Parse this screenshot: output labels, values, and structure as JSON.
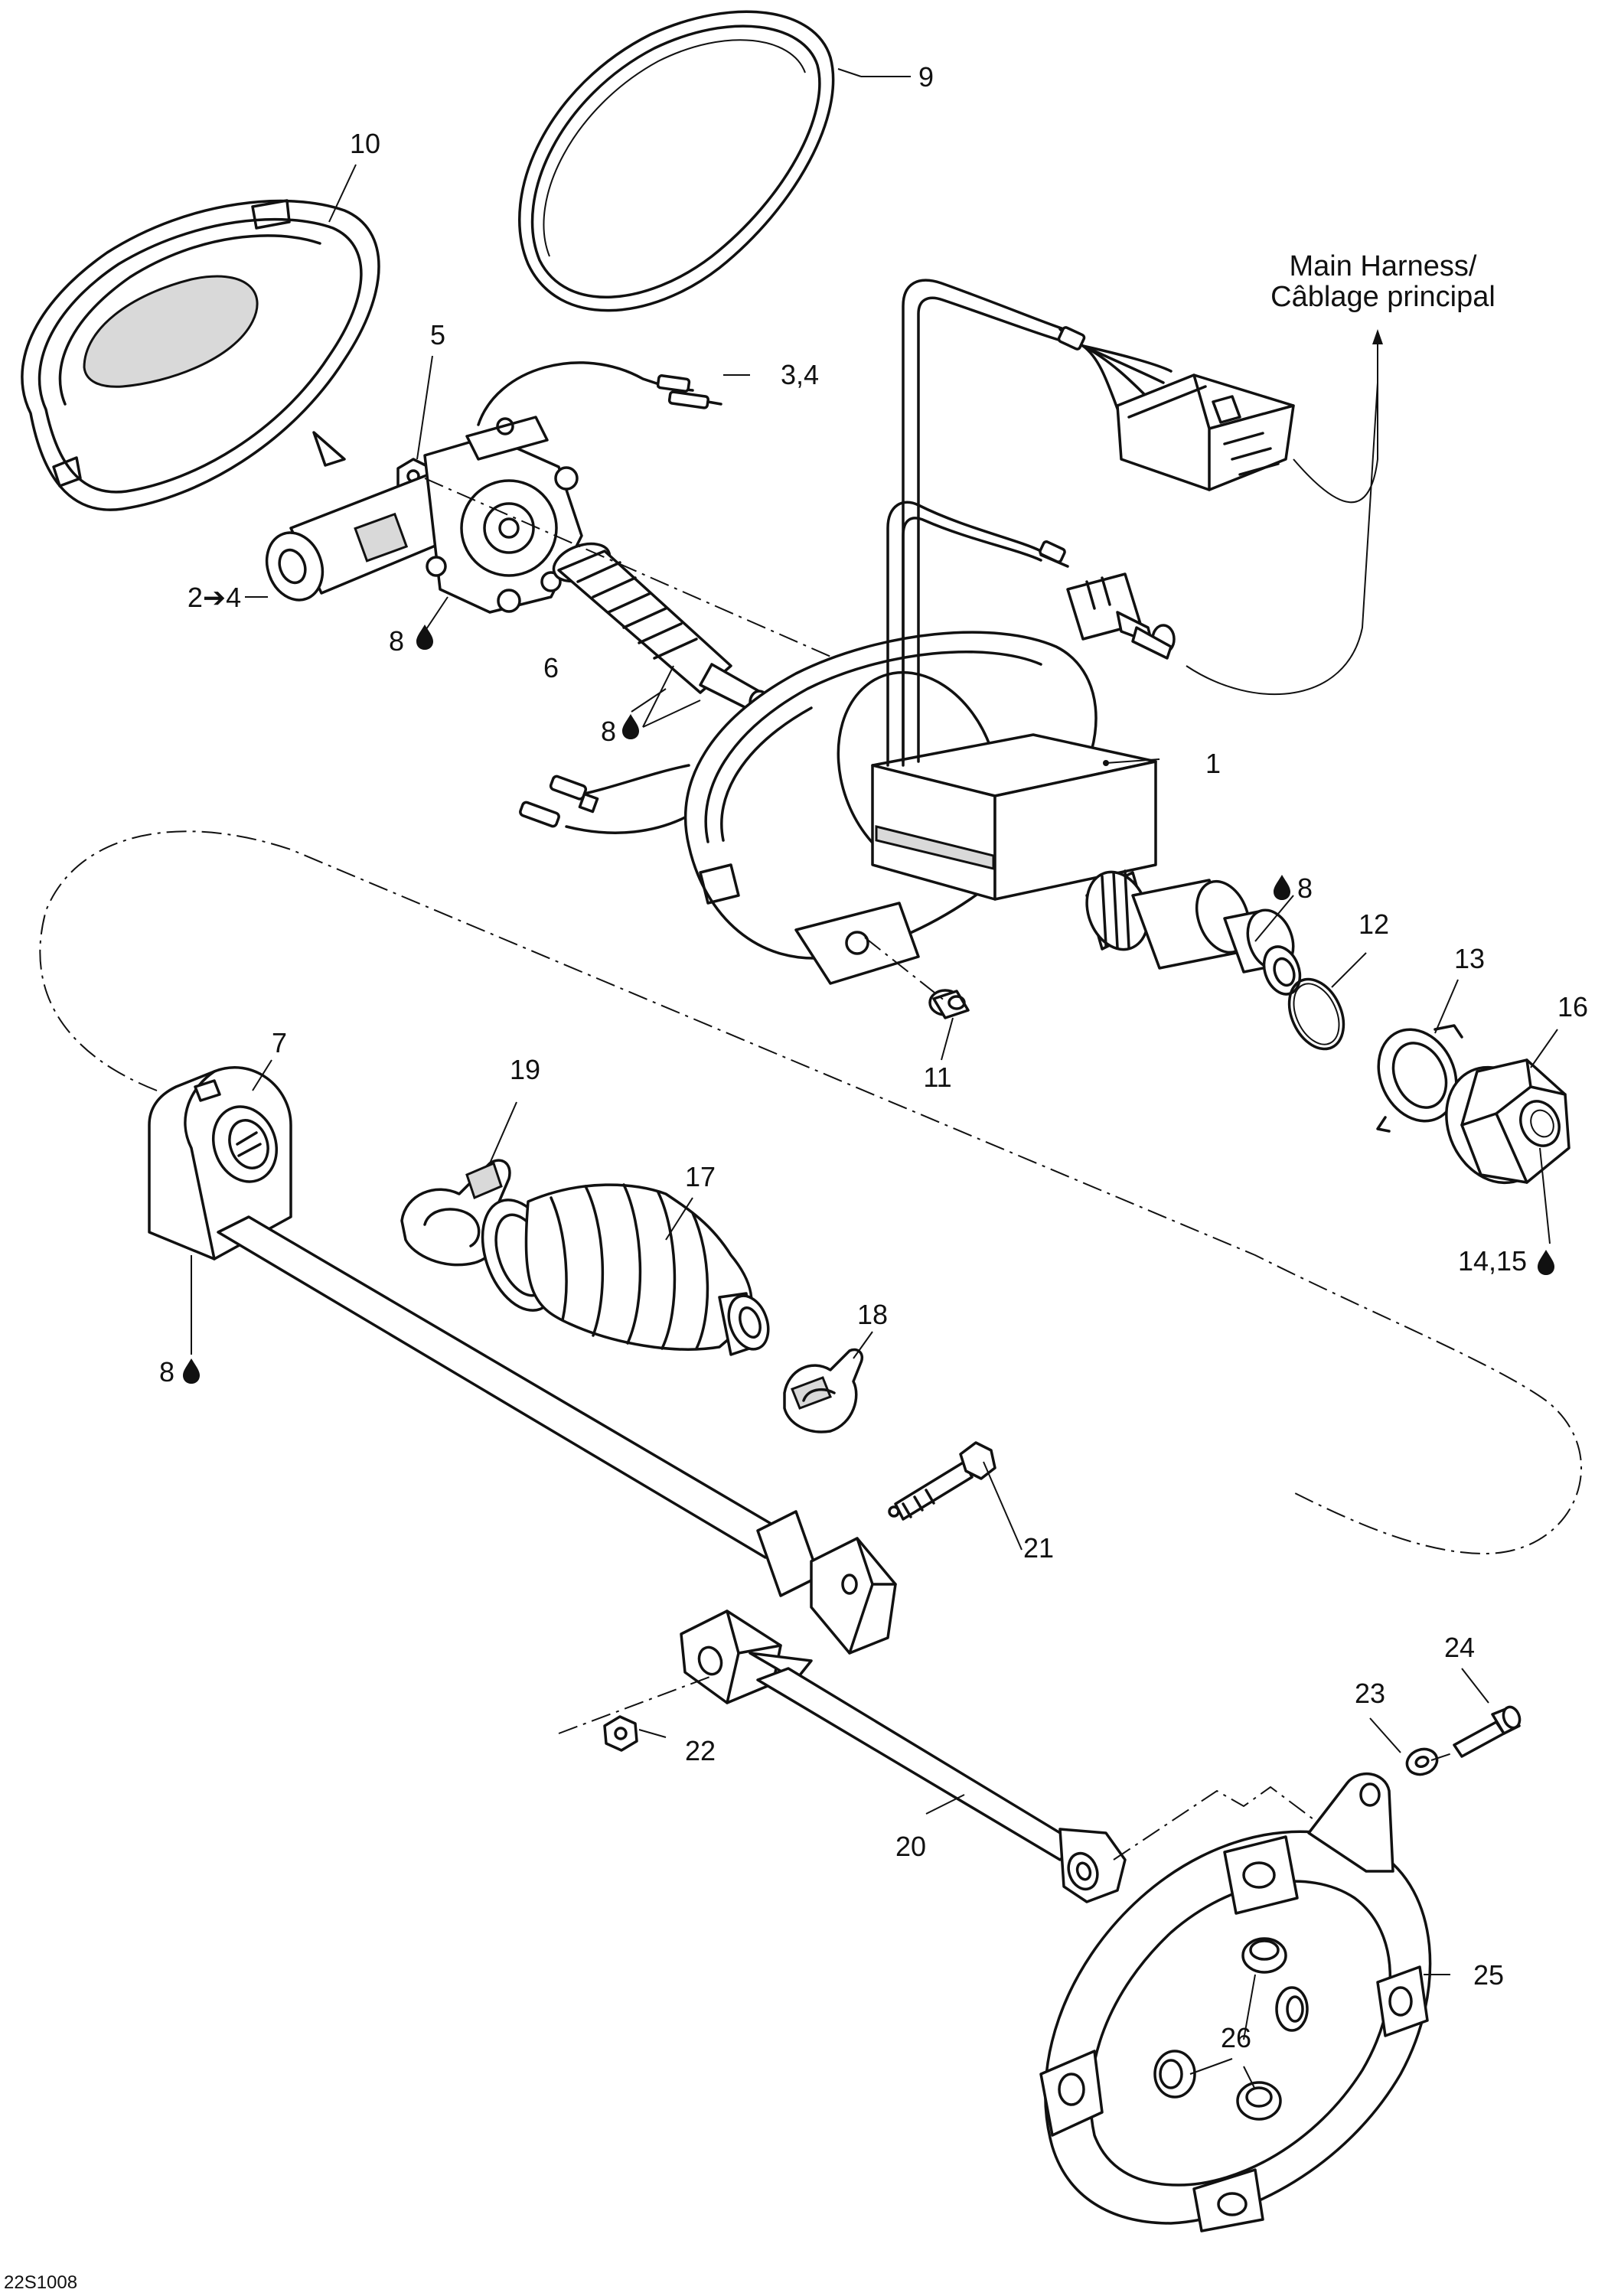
{
  "labels": {
    "p1": "1",
    "p2_4": "2➔4",
    "p3_4": "3,4",
    "p5": "5",
    "p6": "6",
    "p7": "7",
    "p8": "8",
    "p9": "9",
    "p10": "10",
    "p11": "11",
    "p12": "12",
    "p13": "13",
    "p14_15": "14,15",
    "p16": "16",
    "p17": "17",
    "p18": "18",
    "p19": "19",
    "p20": "20",
    "p21": "21",
    "p22": "22",
    "p23": "23",
    "p24": "24",
    "p25": "25",
    "p26": "26"
  },
  "harness": {
    "line1": "Main Harness/",
    "line2": "Câblage principal"
  },
  "figure_code": "22S1008",
  "icons": {
    "lubricant": "oil-drop-icon"
  }
}
